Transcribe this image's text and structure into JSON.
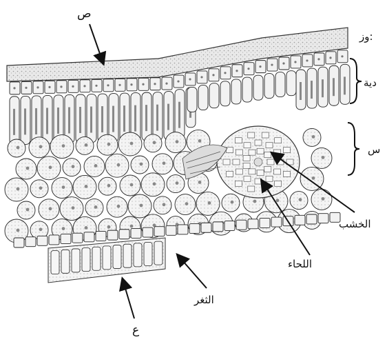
{
  "labels": {
    "top_surface": "ص",
    "legend_key": "وز:",
    "upper_layer": "دية",
    "middle_layer": "س",
    "xylem": "الخشب",
    "phloem": "اللحاء",
    "stoma": "الثغر",
    "bottom_surface": "ع"
  },
  "colors": {
    "ink": "#222222",
    "cell_fill": "#f2f2f2",
    "shade": "#c9c9c9"
  }
}
